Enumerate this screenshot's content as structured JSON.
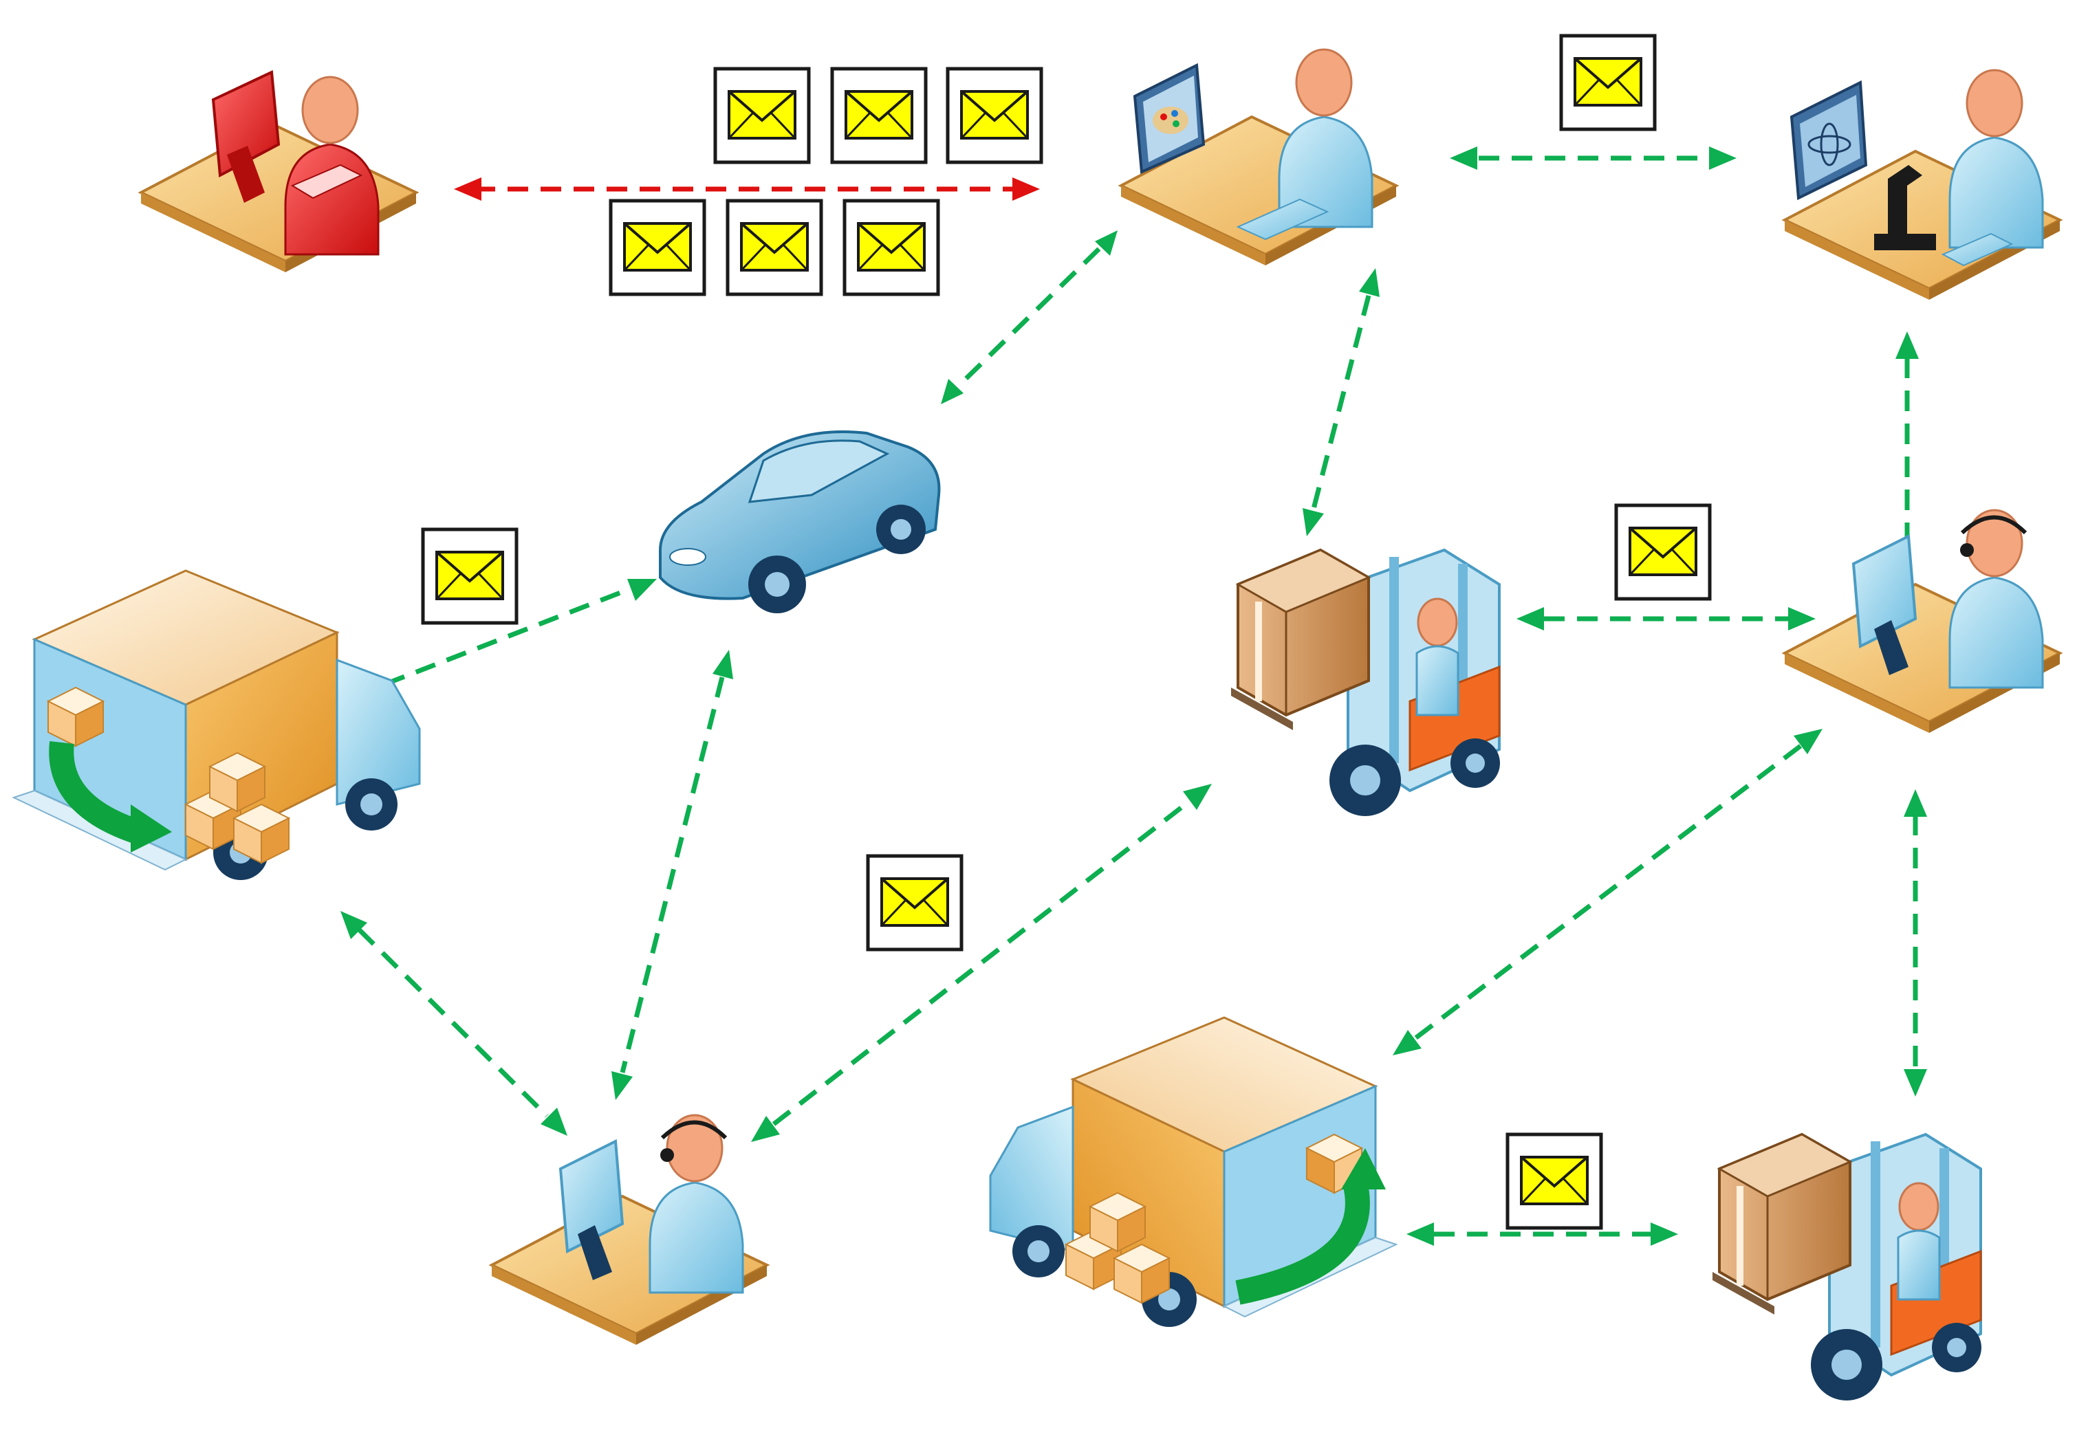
{
  "colors": {
    "link": "#0DAF50",
    "blocked_link": "#E01010",
    "envelope": "#FFFF00",
    "envelope_stroke": "#1A1A1A",
    "desk": "#F2C16B",
    "desk_edge": "#B77A2C",
    "person_blue": "#A9DDF0",
    "person_red": "#E81818",
    "skin": "#F4A77E",
    "box_orange": "#F0A43C",
    "vehicle_blue": "#8CCBEB",
    "forklift_orange": "#F26A21"
  },
  "nodes": [
    {
      "id": "red-operator",
      "kind": "workstation",
      "variant": "red",
      "icon": "person-at-computer-icon"
    },
    {
      "id": "designer",
      "kind": "workstation",
      "variant": "palette",
      "icon": "designer-at-computer-icon"
    },
    {
      "id": "lab-scientist",
      "kind": "workstation",
      "variant": "microscope",
      "icon": "scientist-with-microscope-icon"
    },
    {
      "id": "car",
      "kind": "car",
      "icon": "car-icon"
    },
    {
      "id": "left-truck",
      "kind": "truck",
      "icon": "delivery-truck-icon"
    },
    {
      "id": "center-forklift",
      "kind": "forklift",
      "icon": "forklift-icon"
    },
    {
      "id": "right-operator",
      "kind": "workstation",
      "variant": "headset",
      "icon": "operator-with-headset-icon"
    },
    {
      "id": "bottom-operator",
      "kind": "workstation",
      "variant": "headset",
      "icon": "operator-with-headset-icon"
    },
    {
      "id": "bottom-truck",
      "kind": "truck",
      "icon": "delivery-truck-icon"
    },
    {
      "id": "bottom-forklift",
      "kind": "forklift",
      "icon": "forklift-icon"
    }
  ],
  "edges": [
    {
      "from": "red-operator",
      "to": "designer",
      "style": "blocked",
      "direction": "both"
    },
    {
      "from": "designer",
      "to": "lab-scientist",
      "style": "normal",
      "direction": "both"
    },
    {
      "from": "designer",
      "to": "car",
      "style": "normal",
      "direction": "both"
    },
    {
      "from": "designer",
      "to": "center-forklift",
      "style": "normal",
      "direction": "both"
    },
    {
      "from": "lab-scientist",
      "to": "right-operator",
      "style": "normal",
      "direction": "both"
    },
    {
      "from": "left-truck",
      "to": "car",
      "style": "normal",
      "direction": "both"
    },
    {
      "from": "car",
      "to": "bottom-operator",
      "style": "normal",
      "direction": "both"
    },
    {
      "from": "center-forklift",
      "to": "right-operator",
      "style": "normal",
      "direction": "both"
    },
    {
      "from": "right-operator",
      "to": "bottom-truck",
      "style": "normal",
      "direction": "both"
    },
    {
      "from": "right-operator",
      "to": "bottom-forklift",
      "style": "normal",
      "direction": "both"
    },
    {
      "from": "left-truck",
      "to": "bottom-operator",
      "style": "normal",
      "direction": "both"
    },
    {
      "from": "bottom-operator",
      "to": "center-forklift",
      "style": "normal",
      "direction": "both"
    },
    {
      "from": "bottom-truck",
      "to": "bottom-forklift",
      "style": "normal",
      "direction": "both"
    }
  ],
  "messages": [
    {
      "edge": "red-operator-designer",
      "count": 6,
      "icon": "envelope-icon"
    },
    {
      "edge": "designer-lab-scientist",
      "count": 1,
      "icon": "envelope-icon"
    },
    {
      "edge": "left-truck-car",
      "count": 1,
      "icon": "envelope-icon"
    },
    {
      "edge": "center-forklift-right-operator",
      "count": 1,
      "icon": "envelope-icon"
    },
    {
      "edge": "bottom-operator-center-forklift",
      "count": 1,
      "icon": "envelope-icon"
    },
    {
      "edge": "bottom-truck-bottom-forklift",
      "count": 1,
      "icon": "envelope-icon"
    }
  ]
}
